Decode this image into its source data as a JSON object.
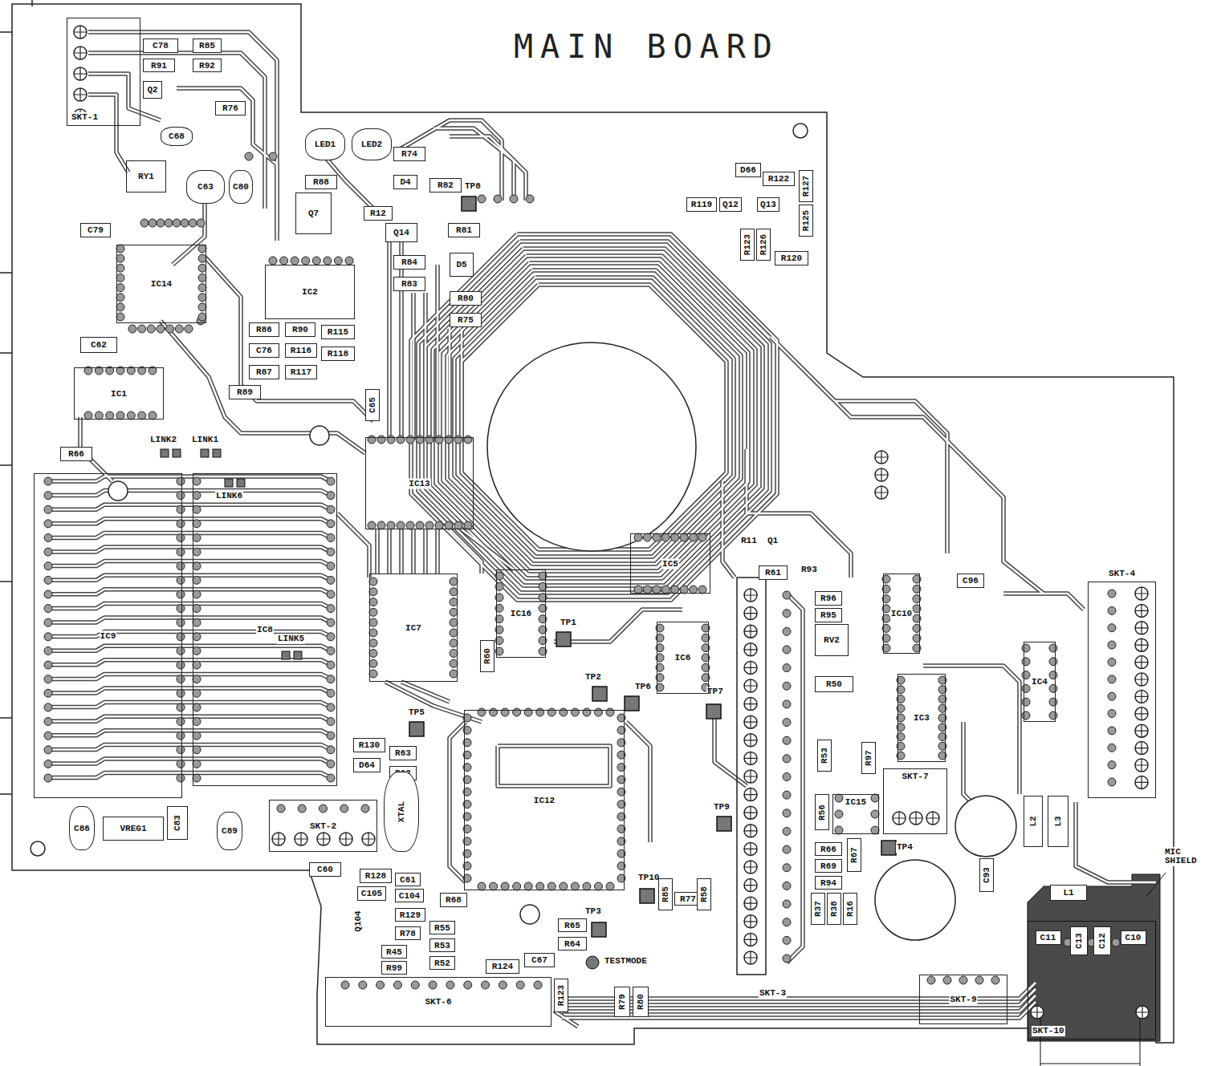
{
  "diagram": {
    "title": "MAIN BOARD",
    "nodes": [
      {
        "text": [
          "SKT-1"
        ]
      },
      {
        "text": [
          "C78"
        ]
      },
      {
        "text": [
          "R85"
        ]
      },
      {
        "text": [
          "R91"
        ]
      },
      {
        "text": [
          "R92"
        ]
      },
      {
        "text": [
          "Q2"
        ]
      },
      {
        "text": [
          "R76"
        ]
      },
      {
        "text": [
          "C68"
        ]
      },
      {
        "text": [
          "RY1"
        ]
      },
      {
        "text": [
          "C63"
        ]
      },
      {
        "text": [
          "C80"
        ]
      },
      {
        "text": [
          "C79"
        ]
      },
      {
        "text": [
          "IC14"
        ]
      },
      {
        "text": [
          "C62"
        ]
      },
      {
        "text": [
          "IC1"
        ]
      },
      {
        "text": [
          "R66"
        ]
      },
      {
        "text": [
          "LED1"
        ]
      },
      {
        "text": [
          "LED2"
        ]
      },
      {
        "text": [
          "R74"
        ]
      },
      {
        "text": [
          "R88"
        ]
      },
      {
        "text": [
          "D4"
        ]
      },
      {
        "text": [
          "R82"
        ]
      },
      {
        "text": [
          "R12"
        ]
      },
      {
        "text": [
          "Q7"
        ]
      },
      {
        "text": [
          "Q14"
        ]
      },
      {
        "text": [
          "R81"
        ]
      },
      {
        "text": [
          "R84"
        ]
      },
      {
        "text": [
          "D5"
        ]
      },
      {
        "text": [
          "R83"
        ]
      },
      {
        "text": [
          "R80"
        ]
      },
      {
        "text": [
          "R75"
        ]
      },
      {
        "text": [
          "IC2"
        ]
      },
      {
        "text": [
          "R86"
        ]
      },
      {
        "text": [
          "R90"
        ]
      },
      {
        "text": [
          "R115"
        ]
      },
      {
        "text": [
          "C76"
        ]
      },
      {
        "text": [
          "R116"
        ]
      },
      {
        "text": [
          "R118"
        ]
      },
      {
        "text": [
          "R87"
        ]
      },
      {
        "text": [
          "R117"
        ]
      },
      {
        "text": [
          "R89"
        ]
      },
      {
        "text": [
          "C65"
        ]
      },
      {
        "text": [
          "IC13"
        ]
      },
      {
        "text": [
          "IC9"
        ]
      },
      {
        "text": [
          "IC8"
        ]
      },
      {
        "text": [
          "VREG1"
        ]
      },
      {
        "text": [
          "C86"
        ]
      },
      {
        "text": [
          "C83"
        ]
      },
      {
        "text": [
          "C89"
        ]
      },
      {
        "text": [
          "SKT-2"
        ]
      },
      {
        "text": [
          "C60"
        ]
      },
      {
        "text": [
          "R130"
        ]
      },
      {
        "text": [
          "R63"
        ]
      },
      {
        "text": [
          "D64"
        ]
      },
      {
        "text": [
          "R62"
        ]
      },
      {
        "text": [
          "XTAL"
        ]
      },
      {
        "text": [
          "IC7"
        ]
      },
      {
        "text": [
          "IC16"
        ]
      },
      {
        "text": [
          "R60"
        ]
      },
      {
        "text": [
          "IC12"
        ]
      },
      {
        "text": [
          "IC5"
        ]
      },
      {
        "text": [
          "IC6"
        ]
      },
      {
        "text": [
          "R128"
        ]
      },
      {
        "text": [
          "C61"
        ]
      },
      {
        "text": [
          "C105"
        ]
      },
      {
        "text": [
          "C104"
        ]
      },
      {
        "text": [
          "R129"
        ]
      },
      {
        "text": [
          "R78"
        ]
      },
      {
        "text": [
          "R45"
        ]
      },
      {
        "text": [
          "R99"
        ]
      },
      {
        "text": [
          "R55"
        ]
      },
      {
        "text": [
          "R53"
        ]
      },
      {
        "text": [
          "R52"
        ]
      },
      {
        "text": [
          "R68"
        ]
      },
      {
        "text": [
          "R124"
        ]
      },
      {
        "text": [
          "C67"
        ]
      },
      {
        "text": [
          "R65"
        ]
      },
      {
        "text": [
          "R64"
        ]
      },
      {
        "text": [
          "R123"
        ]
      },
      {
        "text": [
          "R79"
        ]
      },
      {
        "text": [
          "R80"
        ]
      },
      {
        "text": [
          "R85"
        ]
      },
      {
        "text": [
          "R77"
        ]
      },
      {
        "text": [
          "R58"
        ]
      },
      {
        "text": [
          "SKT-6"
        ]
      },
      {
        "text": [
          "R61"
        ]
      },
      {
        "text": [
          "R96"
        ]
      },
      {
        "text": [
          "R95"
        ]
      },
      {
        "text": [
          "RV2"
        ]
      },
      {
        "text": [
          "R50"
        ]
      },
      {
        "text": [
          "IC10"
        ]
      },
      {
        "text": [
          "C96"
        ]
      },
      {
        "text": [
          "IC3"
        ]
      },
      {
        "text": [
          "IC4"
        ]
      },
      {
        "text": [
          "SKT-4"
        ]
      },
      {
        "text": [
          "R53"
        ]
      },
      {
        "text": [
          "R97"
        ]
      },
      {
        "text": [
          "IC15"
        ]
      },
      {
        "text": [
          "R56"
        ]
      },
      {
        "text": [
          "SKT-7"
        ]
      },
      {
        "text": [
          "R66"
        ]
      },
      {
        "text": [
          "R69"
        ]
      },
      {
        "text": [
          "R67"
        ]
      },
      {
        "text": [
          "R94"
        ]
      },
      {
        "text": [
          "R37"
        ]
      },
      {
        "text": [
          "R38"
        ]
      },
      {
        "text": [
          "R16"
        ]
      },
      {
        "text": [
          "C93"
        ]
      },
      {
        "text": [
          "L1"
        ]
      },
      {
        "text": [
          "L2"
        ]
      },
      {
        "text": [
          "L3"
        ]
      },
      {
        "text": [
          "SKT-9"
        ]
      },
      {
        "text": [
          "SKT-10"
        ]
      },
      {
        "text": [
          "C11"
        ],
        "in": 112
      },
      {
        "text": [
          "C13"
        ],
        "in": 112
      },
      {
        "text": [
          "C12"
        ],
        "in": 112
      },
      {
        "text": [
          "C10"
        ],
        "in": 112
      },
      {
        "text": [
          "D66"
        ]
      },
      {
        "text": [
          "R122"
        ]
      },
      {
        "text": [
          "R127"
        ]
      },
      {
        "text": [
          "R119"
        ]
      },
      {
        "text": [
          "Q12"
        ]
      },
      {
        "text": [
          "Q13"
        ]
      },
      {
        "text": [
          "R125"
        ]
      },
      {
        "text": [
          "R123"
        ]
      },
      {
        "text": [
          "R126"
        ]
      },
      {
        "text": [
          "R120"
        ]
      }
    ],
    "labels": [
      "LINK2",
      "LINK1",
      "LINK6",
      "LINK5",
      "TP8",
      "TP1",
      "TP2",
      "TP6",
      "TP5",
      "TP7",
      "TP9",
      "TP10",
      "TP3",
      "TP4",
      "TESTMODE",
      "Q104",
      "SKT-3",
      "R11",
      "Q1",
      "R93",
      "MIC SHIELD"
    ]
  }
}
